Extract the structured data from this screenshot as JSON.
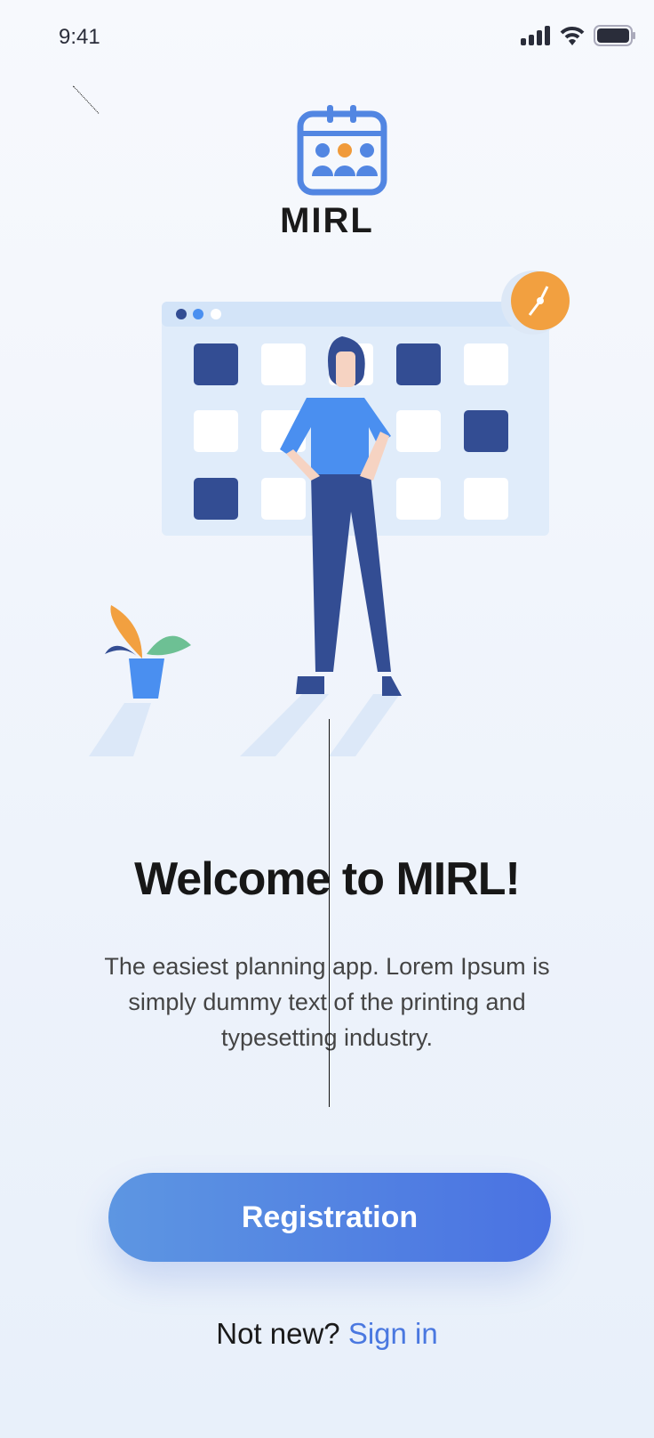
{
  "status_bar": {
    "time": "9:41"
  },
  "logo": {
    "name": "MIRL"
  },
  "main": {
    "title": "Welcome to MIRL!",
    "description": "The easiest planning app. Lorem Ipsum is simply dummy text of the printing and typesetting industry."
  },
  "actions": {
    "registration_label": "Registration",
    "not_new_text": "Not new?",
    "sign_in_label": "Sign in"
  },
  "colors": {
    "accent": "#4a78e0",
    "orange": "#f0a040",
    "navy": "#334d93"
  }
}
